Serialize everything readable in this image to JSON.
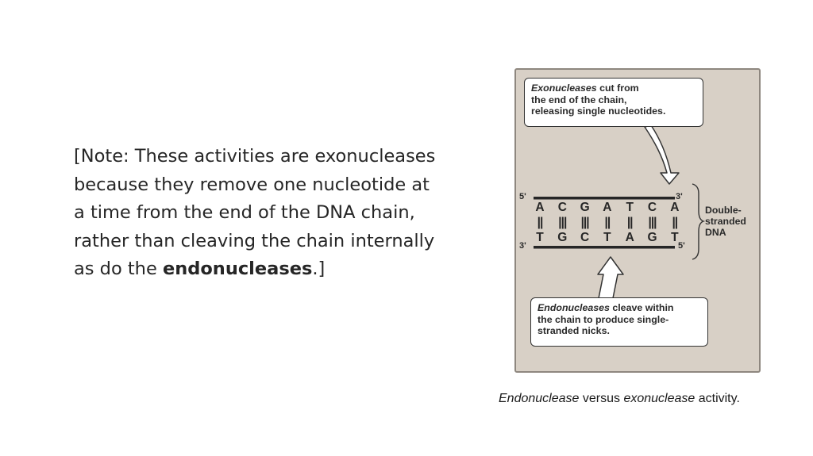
{
  "note": {
    "line1": "[Note: These activities are exonucleases",
    "line2": "because they remove one nucleotide at",
    "line3": "a time from the end of the DNA chain,",
    "line4": "rather than cleaving the chain internally",
    "line5_pre": "as do the ",
    "line5_bold": "endonucleases",
    "line5_post": ".]"
  },
  "figure": {
    "exo_callout": {
      "term": "Exonucleases",
      "line1_rest": " cut from",
      "line2": "the end of the chain,",
      "line3": "releasing single nucleotides."
    },
    "endo_callout": {
      "term": "Endonucleases",
      "line1_rest": " cleave within",
      "line2": "the chain to produce single-",
      "line3": "stranded nicks."
    },
    "top_strand": [
      "A",
      "C",
      "G",
      "A",
      "T",
      "C",
      "A"
    ],
    "bottom_strand": [
      "T",
      "G",
      "C",
      "T",
      "A",
      "G",
      "T"
    ],
    "bond_marks": [
      "||",
      "|||",
      "|||",
      "||",
      "||",
      "|||",
      "||"
    ],
    "top_left_end": "5'",
    "top_right_end": "3'",
    "bottom_left_end": "3'",
    "bottom_right_end": "5'",
    "double_stranded_label": [
      "Double-",
      "stranded",
      "DNA"
    ]
  },
  "caption": {
    "term1": "Endonuclease",
    "middle": " versus ",
    "term2": "exonuclease",
    "end": " activity."
  },
  "colors": {
    "figure_background": "#d8d0c6",
    "figure_border": "#8e877f",
    "text": "#262626"
  }
}
